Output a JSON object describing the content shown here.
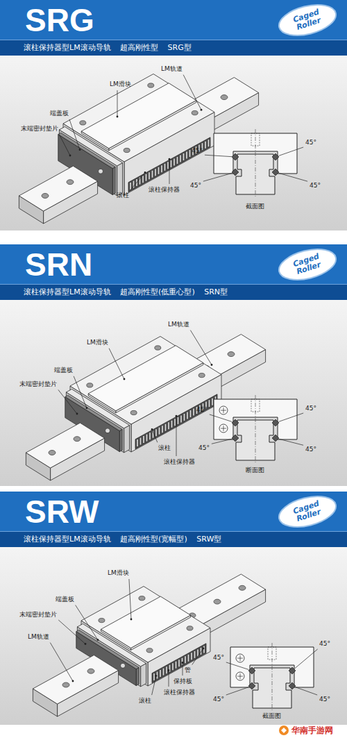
{
  "diagram": {
    "nodes": [
      {
        "text": [
          "SRG",
          "滚柱保持器型LM滚动导轨 超高刚性型 SRG型"
        ]
      },
      {
        "text": [
          "Caged Roller"
        ],
        "in": 0
      },
      {
        "text": [
          "SRN",
          "滚柱保持器型LM滚动导轨 超高刚性型(低重心型) SRN型"
        ]
      },
      {
        "text": [
          "Caged Roller"
        ],
        "in": 2
      },
      {
        "text": [
          "SRW",
          "滚柱保持器型LM滚动导轨 超高刚性型(宽幅型) SRW型"
        ]
      },
      {
        "text": [
          "Caged Roller"
        ],
        "in": 4
      }
    ],
    "labels": [
      "LM轨道",
      "LM滑块",
      "端盖板",
      "末端密封垫片",
      "滚柱",
      "滚柱保持器",
      "45°",
      "45°",
      "45°",
      "45°",
      "截面图",
      "LM轨道",
      "LM滑块",
      "端盖板",
      "末端密封垫片",
      "滚柱",
      "滚柱保持器",
      "45°",
      "45°",
      "45°",
      "45°",
      "断面图",
      "LM滑块",
      "端盖板",
      "末端密封垫片",
      "LM轨道",
      "管",
      "保持板",
      "滚柱保持器",
      "滚柱",
      "45°",
      "45°",
      "45°",
      "45°",
      "截面图",
      "华南手游网"
    ]
  }
}
